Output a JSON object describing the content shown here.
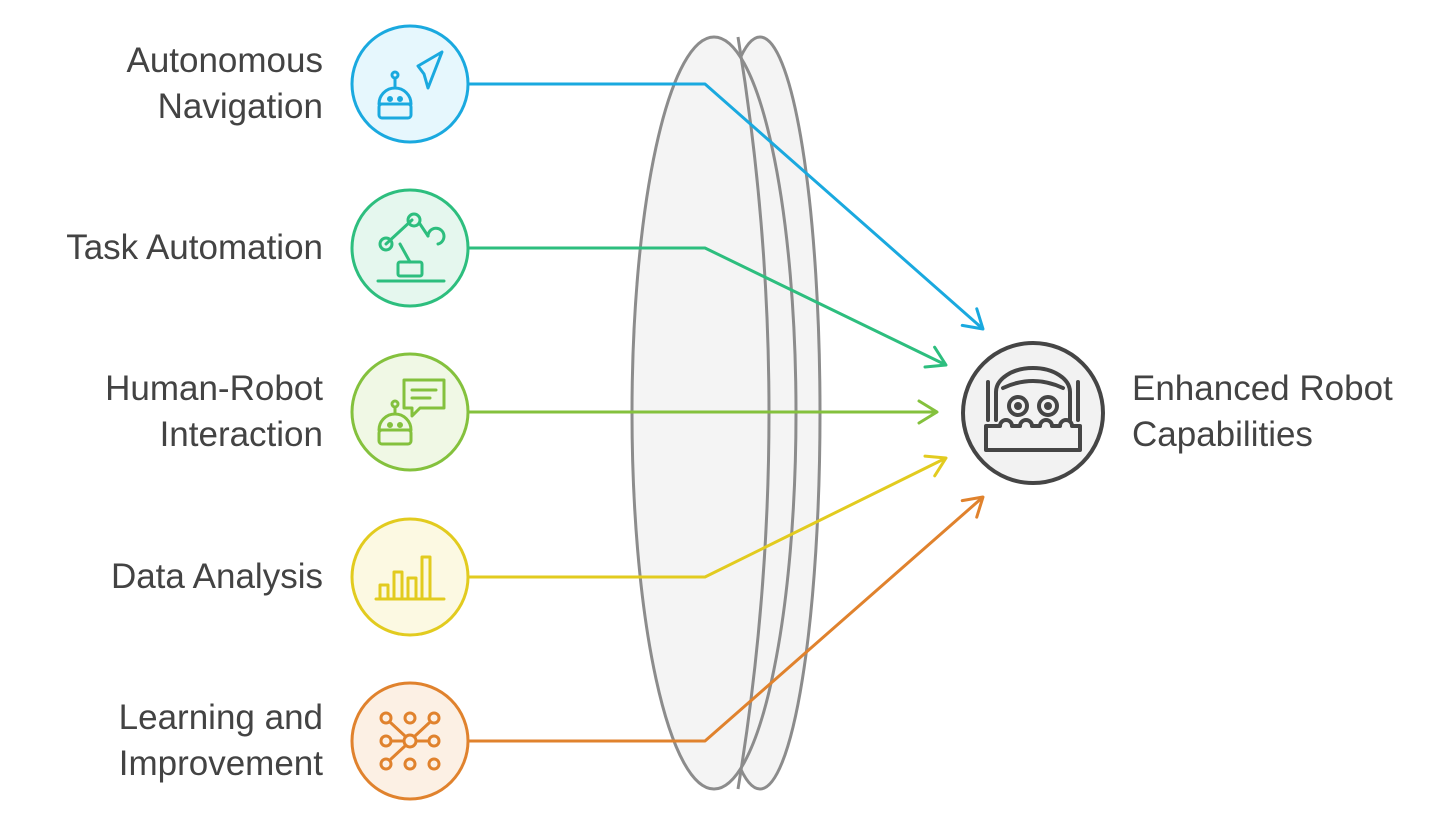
{
  "inputs": [
    {
      "lines": [
        "Autonomous",
        "Navigation"
      ],
      "icon": "robot-navigation-icon",
      "color": "#1aa9df",
      "fill": "#e6f7fd"
    },
    {
      "lines": [
        "Task Automation"
      ],
      "icon": "robotic-arm-icon",
      "color": "#2dbe7e",
      "fill": "#e5f7ee"
    },
    {
      "lines": [
        "Human-Robot",
        "Interaction"
      ],
      "icon": "robot-chat-icon",
      "color": "#84c13d",
      "fill": "#f0f8e5"
    },
    {
      "lines": [
        "Data Analysis"
      ],
      "icon": "bar-chart-icon",
      "color": "#e2cb1f",
      "fill": "#fcf9e2"
    },
    {
      "lines": [
        "Learning and",
        "Improvement"
      ],
      "icon": "neural-network-icon",
      "color": "#e0822d",
      "fill": "#fcf0e4"
    }
  ],
  "output": {
    "lines": [
      "Enhanced Robot",
      "Capabilities"
    ],
    "icon": "robot-face-icon",
    "color": "#454545",
    "fill": "#f2f2f2"
  },
  "lens": {
    "stroke": "#8c8c8c",
    "fill": "#f4f4f4"
  }
}
